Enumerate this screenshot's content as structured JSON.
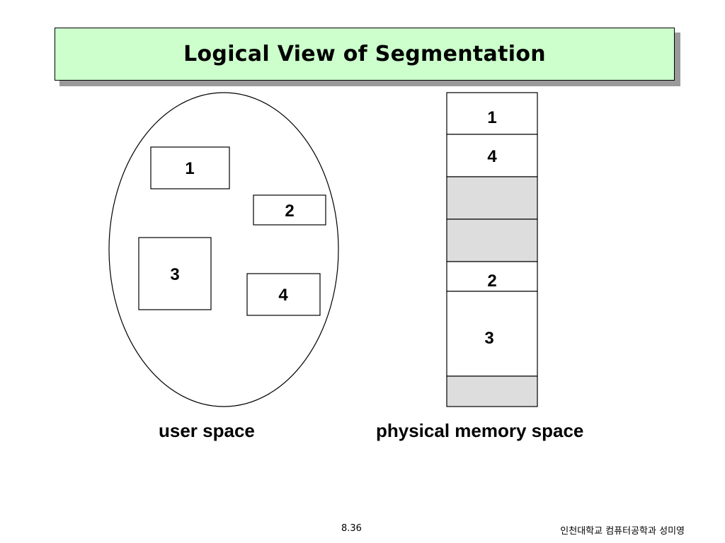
{
  "title": "Logical View of Segmentation",
  "user_space": {
    "caption": "user space",
    "segments": [
      "1",
      "2",
      "3",
      "4"
    ]
  },
  "physical_memory": {
    "caption": "physical memory space",
    "blocks": [
      {
        "label": "1",
        "free": false
      },
      {
        "label": "4",
        "free": false
      },
      {
        "label": "",
        "free": true
      },
      {
        "label": "",
        "free": true
      },
      {
        "label": "2",
        "free": false
      },
      {
        "label": "3",
        "free": false
      },
      {
        "label": "",
        "free": true
      }
    ]
  },
  "footer": {
    "page_number": "8.36",
    "author": "인천대학교 컴퓨터공학과 성미영"
  },
  "colors": {
    "title_background": "#ccffcc",
    "free_memory": "#dddddd",
    "segment_fill": "#ffffff",
    "outline": "#000000"
  }
}
